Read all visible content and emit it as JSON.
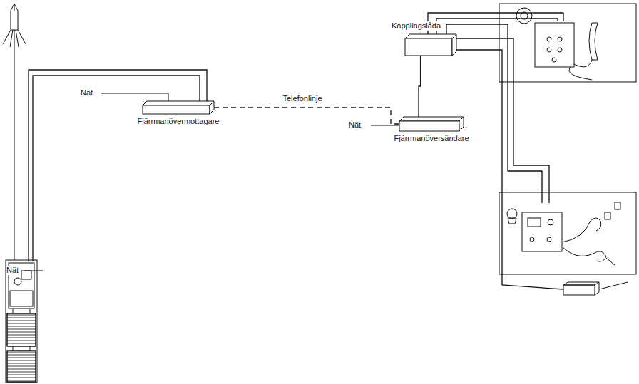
{
  "diagram": {
    "nodes": [
      {
        "text": [
          "Fjärrmanövermottagare"
        ]
      },
      {
        "text": [
          "Fjärrmanöversändare"
        ]
      },
      {
        "text": [
          "Kopplingslåda"
        ]
      }
    ],
    "edges": [
      {
        "from": 0,
        "to": 1,
        "arrow": "none",
        "label": "Telefonlinje"
      },
      {
        "from": 1,
        "to": 2,
        "arrow": "none"
      }
    ],
    "labels": [
      "Nät",
      "Nät",
      "Nät"
    ]
  }
}
